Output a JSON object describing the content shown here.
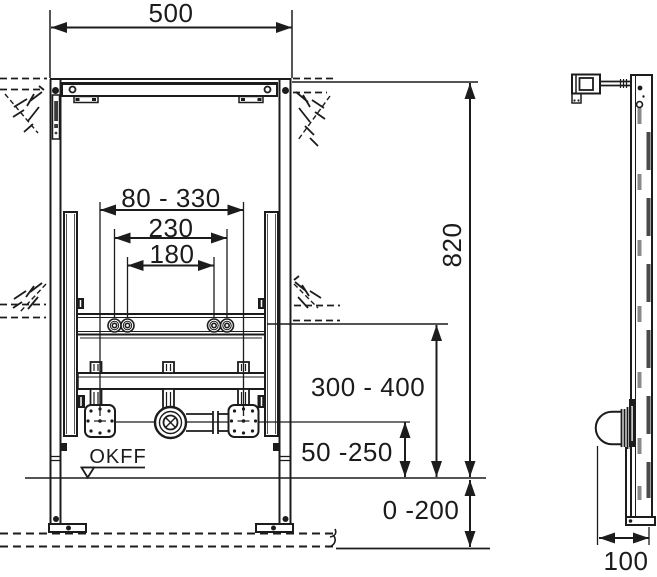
{
  "drawing": {
    "type": "installation-frame technical drawing, front and side elevation",
    "views": {
      "front": "front elevation of mounting frame",
      "side": "side elevation of rail"
    }
  },
  "labels": {
    "width": "500",
    "height": "820",
    "fixing_range": "80 - 330",
    "connection_outer": "230",
    "connection_inner": "180",
    "drain_height_range": "300 - 400",
    "outlet_range": "50 -250",
    "floor_buildup_range": "0 -200",
    "depth": "100",
    "floor_level": "OKFF"
  },
  "colors": {
    "line": "#1c1c1c",
    "background": "#ffffff",
    "slot_light": "#8a8a8a",
    "slot_dark": "#4a4a4a"
  }
}
